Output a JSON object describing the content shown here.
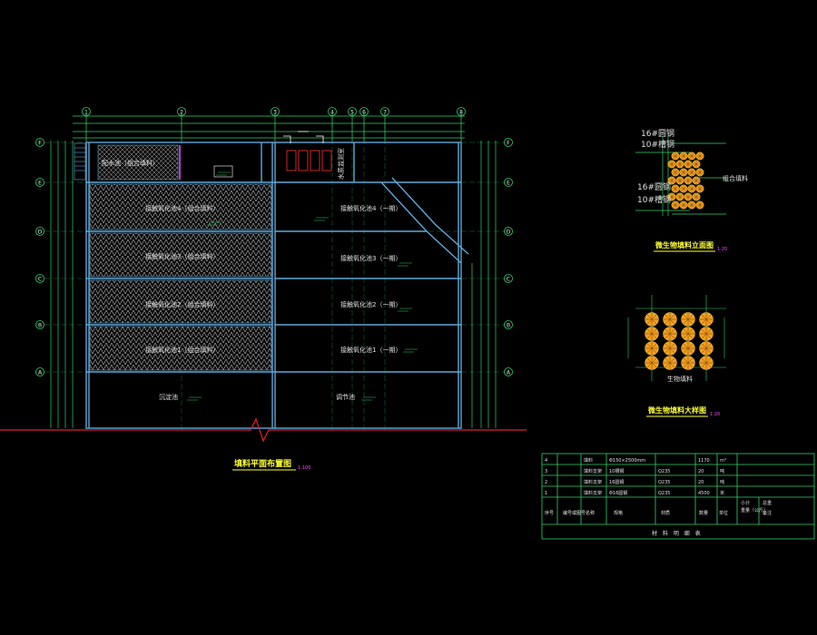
{
  "colors": {
    "background": "#000000",
    "wall": "#5fa8d8",
    "grid": "#ffffff",
    "axis": "#2fd16a",
    "dimension": "#2fd16a",
    "label": "#e0e0e0",
    "title": "#ffff33",
    "scale": "#ff44ff",
    "filler": "#f0a020",
    "ground": "#e0202a",
    "table": "#2fd16a"
  },
  "axes": {
    "columns": [
      "1",
      "2",
      "3",
      "4",
      "5",
      "6",
      "7",
      "8"
    ],
    "rows": [
      "F",
      "E",
      "D",
      "C",
      "B",
      "A"
    ]
  },
  "plan": {
    "title": "填料平面布置图",
    "scale": "1:100",
    "top_room_label": "配水池（组合填料）",
    "left_tanks": [
      "接触氧化池4（组合填料）",
      "接触氧化池3（组合填料）",
      "接触氧化池2（组合填料）",
      "接触氧化池1（组合填料）"
    ],
    "right_tanks": [
      "接触氧化池4（一期）",
      "接触氧化池3（一期）",
      "接触氧化池2（一期）",
      "接触氧化池1（一期）"
    ],
    "bottom_left": "沉淀池",
    "bottom_right": "调节池",
    "side_label": "水质监测室"
  },
  "detail_elevation": {
    "title": "微生物填料立面图",
    "scale": "1:20",
    "labels": [
      "16#圆钢",
      "10#槽钢",
      "16#圆钢",
      "10#槽钢"
    ],
    "note": "组合填料"
  },
  "detail_plan": {
    "title": "微生物填料大样图",
    "scale": "1:20",
    "note": "生物填料"
  },
  "table": {
    "title": "材 料 明 细 表",
    "header": [
      "序号",
      "编号或图号",
      "名称",
      "规格",
      "材质",
      "数量",
      "单位",
      "备注"
    ],
    "rows": [
      [
        "4",
        "",
        "填料",
        "Φ150×2500mm",
        "",
        "1170",
        "m³",
        ""
      ],
      [
        "3",
        "",
        "填料支架",
        "10槽钢",
        "Q235",
        "20",
        "吨",
        ""
      ],
      [
        "2",
        "",
        "填料支架",
        "16圆钢",
        "Q235",
        "20",
        "吨",
        ""
      ],
      [
        "1",
        "",
        "填料支架",
        "Φ16圆钢",
        "Q235",
        "4500",
        "米",
        ""
      ]
    ],
    "unit_note": "小计",
    "weight_note": "总重",
    "remark_note": "重量（公斤）"
  }
}
